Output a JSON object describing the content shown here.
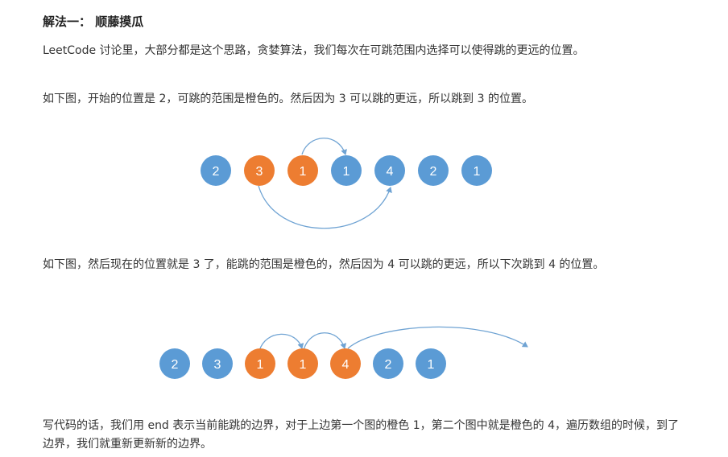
{
  "heading": "解法一： 顺藤摸瓜",
  "paragraphs": {
    "p1": "LeetCode 讨论里，大部分都是这个思路，贪婪算法，我们每次在可跳范围内选择可以使得跳的更远的位置。",
    "p2": "如下图，开始的位置是 2，可跳的范围是橙色的。然后因为 3 可以跳的更远，所以跳到 3 的位置。",
    "p3": "如下图，然后现在的位置就是 3 了，能跳的范围是橙色的，然后因为 4 可以跳的更远，所以下次跳到 4 的位置。",
    "p4": "写代码的话，我们用 end 表示当前能跳的边界，对于上边第一个图的橙色 1，第二个图中就是橙色的 4，遍历数组的时候，到了边界，我们就重新更新新的边界。"
  },
  "colors": {
    "blue": "#5b9bd5",
    "orange": "#ed7d31",
    "arrow": "#6fa3d3"
  },
  "diagram1": {
    "nodes": [
      {
        "label": "2",
        "color": "blue"
      },
      {
        "label": "3",
        "color": "orange"
      },
      {
        "label": "1",
        "color": "orange"
      },
      {
        "label": "1",
        "color": "blue"
      },
      {
        "label": "4",
        "color": "blue"
      },
      {
        "label": "2",
        "color": "blue"
      },
      {
        "label": "1",
        "color": "blue"
      }
    ]
  },
  "diagram2": {
    "nodes": [
      {
        "label": "2",
        "color": "blue"
      },
      {
        "label": "3",
        "color": "blue"
      },
      {
        "label": "1",
        "color": "orange"
      },
      {
        "label": "1",
        "color": "orange"
      },
      {
        "label": "4",
        "color": "orange"
      },
      {
        "label": "2",
        "color": "blue"
      },
      {
        "label": "1",
        "color": "blue"
      }
    ]
  }
}
